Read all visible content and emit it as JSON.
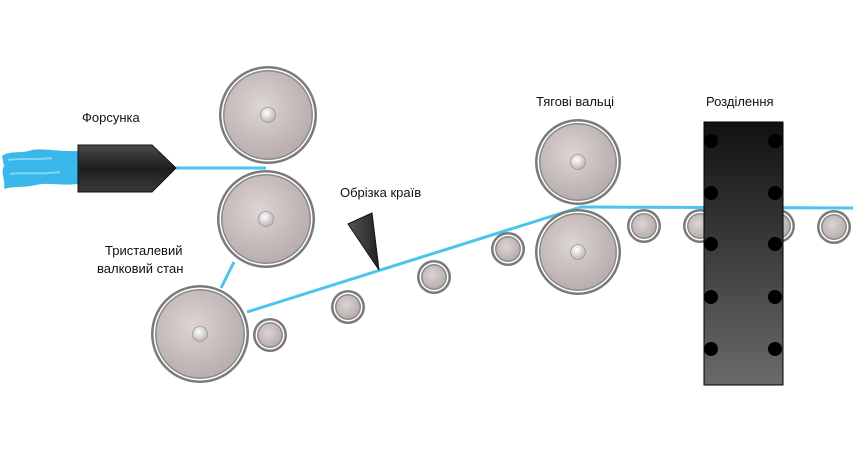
{
  "labels": {
    "nozzle": "Форсунка",
    "mill_line1": "Тристалевий",
    "mill_line2": "валковий стан",
    "edge_trim": "Обрізка країв",
    "pull_rolls": "Тягові вальці",
    "separation": "Розділення"
  },
  "colors": {
    "sheet_line": "#4cc4ee",
    "melt_blue": "#3ab8ec",
    "roll_face": "#c8bebe",
    "roll_rim": "#666666",
    "nozzle_body": "#2a2a2a",
    "cutter_body": "#1f1f1f",
    "knife": "#333333"
  },
  "icons": {
    "nozzle": "extrusion-nozzle-icon",
    "knife": "edge-trim-knife-icon",
    "cutter": "separation-cutter-icon",
    "roll": "roller-icon"
  }
}
